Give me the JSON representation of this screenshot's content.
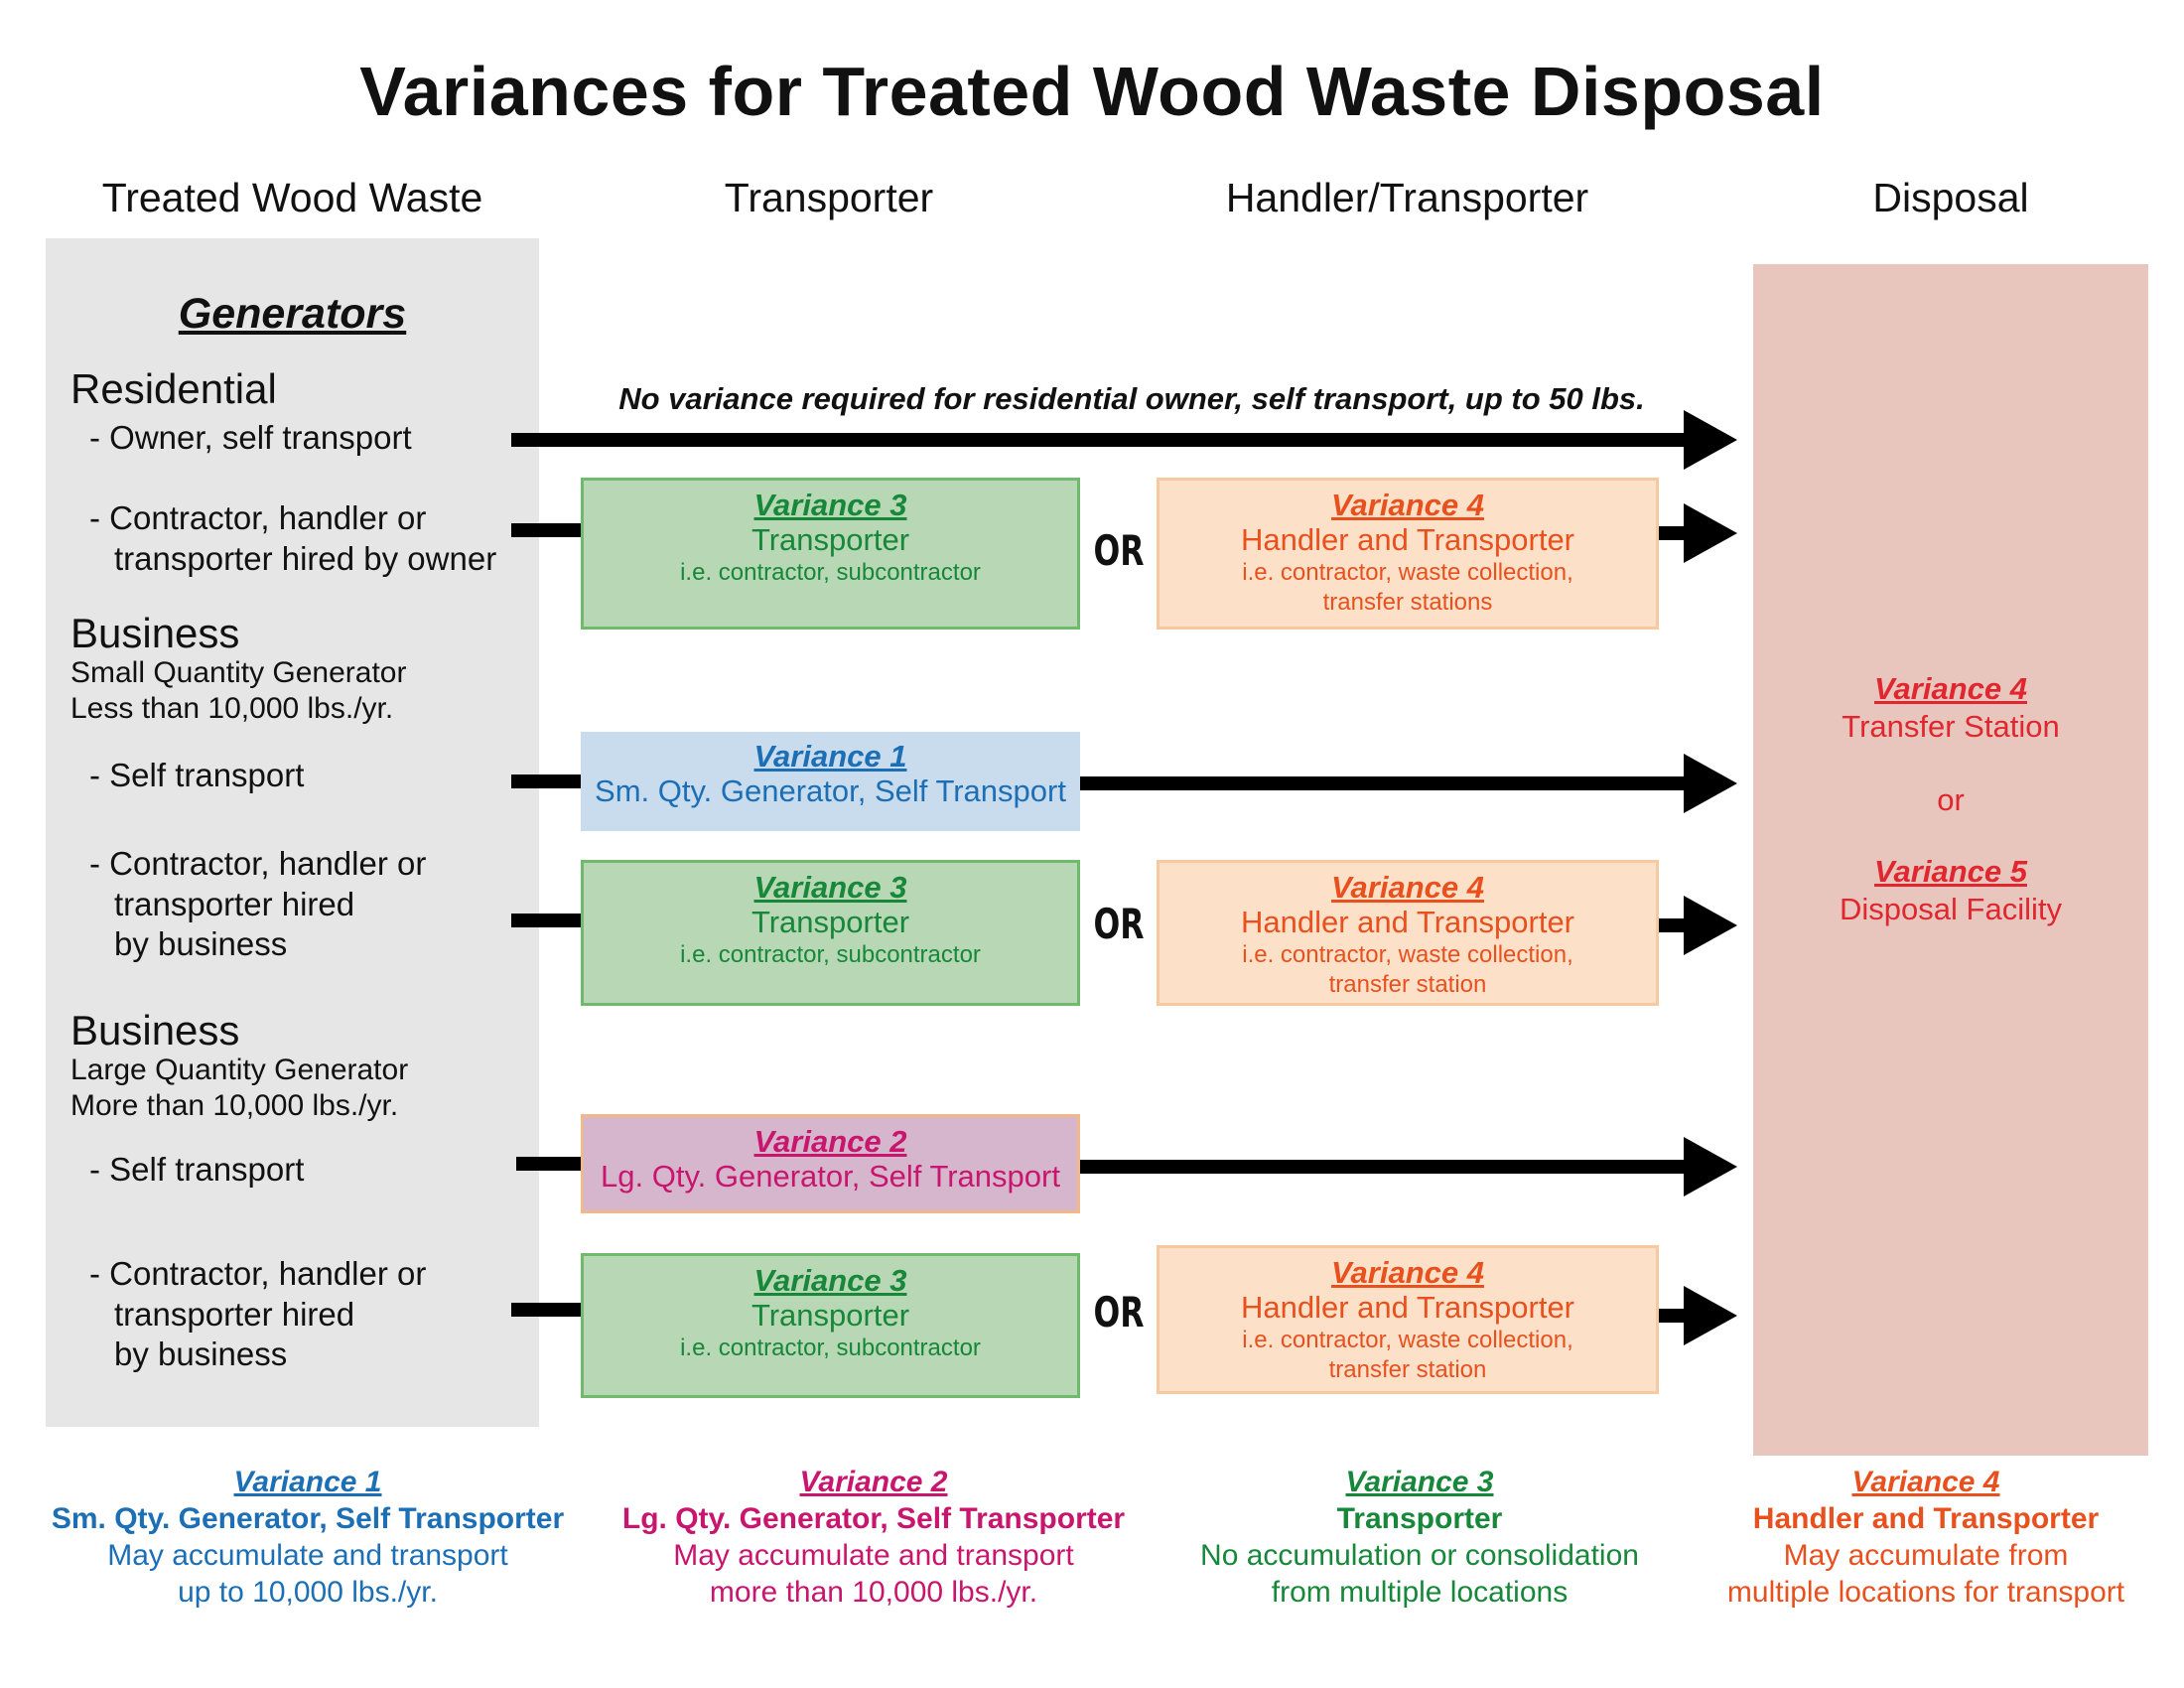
{
  "title": "Variances for Treated Wood Waste Disposal",
  "columns": [
    "Treated Wood Waste",
    "Transporter",
    "Handler/Transporter",
    "Disposal"
  ],
  "generators": {
    "heading": "Generators",
    "residential": {
      "label": "Residential",
      "owner": "- Owner, self transport",
      "hired_1": "- Contractor, handler or",
      "hired_2": "transporter hired by owner"
    },
    "business_small": {
      "label": "Business",
      "sub_1": "Small Quantity Generator",
      "sub_2": "Less than 10,000 lbs./yr.",
      "self": "- Self transport",
      "hired_1": "- Contractor, handler or",
      "hired_2": "transporter hired",
      "hired_3": "by business"
    },
    "business_large": {
      "label": "Business",
      "sub_1": "Large Quantity Generator",
      "sub_2": "More than 10,000 lbs./yr.",
      "self": "- Self transport",
      "hired_1": "- Contractor, handler or",
      "hired_2": "transporter hired",
      "hired_3": "by business"
    }
  },
  "no_variance_note": "No variance required for residential owner, self transport, up to 50 lbs.",
  "or_label": "OR",
  "v1_box": {
    "name": "Variance 1",
    "label": "Sm. Qty. Generator, Self Transport"
  },
  "v2_box": {
    "name": "Variance 2",
    "label": "Lg. Qty. Generator, Self Transport"
  },
  "v3_box": {
    "name": "Variance 3",
    "label": "Transporter",
    "detail": "i.e. contractor, subcontractor"
  },
  "v4_box": {
    "name": "Variance 4",
    "label": "Handler and Transporter",
    "detail_1": "i.e. contractor, waste collection,",
    "detail_2_plural": "transfer stations",
    "detail_2": "transfer station"
  },
  "disposal": {
    "v4_name": "Variance 4",
    "v4_label": "Transfer Station",
    "or": "or",
    "v5_name": "Variance 5",
    "v5_label": "Disposal Facility"
  },
  "legend": [
    {
      "name": "Variance 1",
      "label": "Sm. Qty. Generator, Self Transporter",
      "line1": "May accumulate and transport",
      "line2": "up to 10,000 lbs./yr.",
      "color": "#1c6fb5"
    },
    {
      "name": "Variance 2",
      "label": "Lg. Qty. Generator, Self Transporter",
      "line1": "May accumulate and transport",
      "line2": "more than 10,000 lbs./yr.",
      "color": "#c8166e"
    },
    {
      "name": "Variance 3",
      "label": "Transporter",
      "line1": "No accumulation or consolidation",
      "line2": "from multiple locations",
      "color": "#17873a"
    },
    {
      "name": "Variance 4",
      "label": "Handler and Transporter",
      "line1": "May accumulate from",
      "line2": "multiple locations for transport",
      "color": "#e8501e"
    }
  ]
}
